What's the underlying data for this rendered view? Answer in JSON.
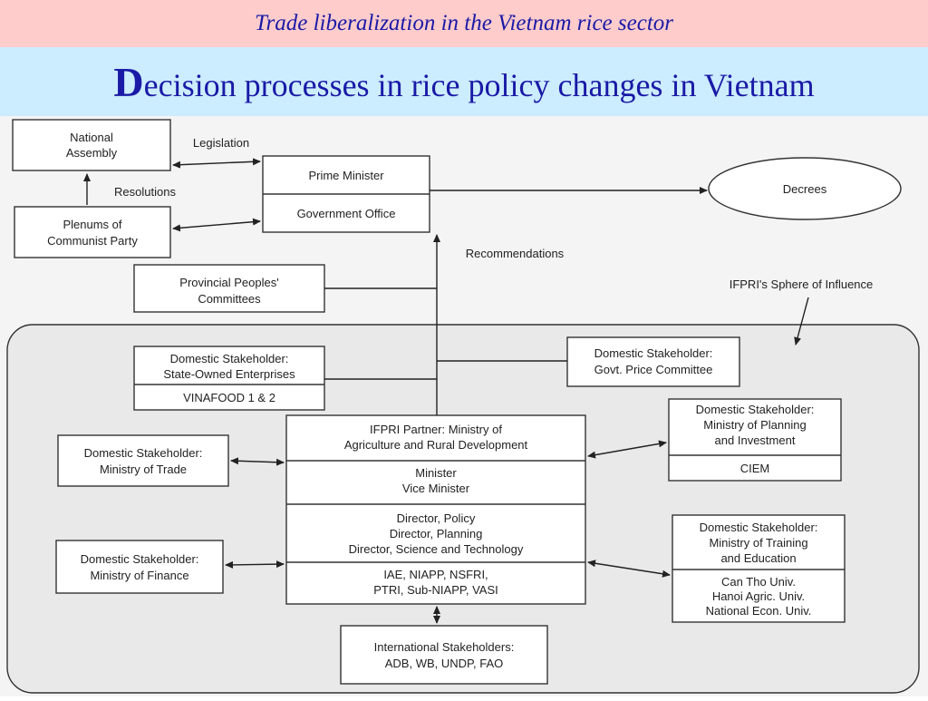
{
  "header": {
    "subtitle": "Trade liberalization in the Vietnam rice sector",
    "title_initial": "D",
    "title_rest": "ecision processes in rice policy changes in Vietnam"
  },
  "diagram": {
    "national_assembly": [
      "National",
      "Assembly"
    ],
    "legislation": "Legislation",
    "resolutions": "Resolutions",
    "plenums": [
      "Plenums of",
      "Communist Party"
    ],
    "prime_minister": "Prime Minister",
    "government_office": "Government Office",
    "decrees": "Decrees",
    "recommendations": "Recommendations",
    "provincial": [
      "Provincial Peoples'",
      "Committees"
    ],
    "ifpri_sphere": "IFPRI's Sphere of Influence",
    "soe": [
      "Domestic Stakeholder:",
      "State-Owned Enterprises",
      "VINAFOOD 1 & 2"
    ],
    "price_committee": [
      "Domestic Stakeholder:",
      "Govt. Price Committee"
    ],
    "mpi": [
      "Domestic Stakeholder:",
      "Ministry of Planning",
      "and Investment",
      "CIEM"
    ],
    "trade": [
      "Domestic Stakeholder:",
      "Ministry of Trade"
    ],
    "mard": [
      "IFPRI Partner: Ministry of",
      "Agriculture and Rural Development",
      "Minister",
      "Vice Minister",
      "Director, Policy",
      "Director, Planning",
      "Director, Science and Technology",
      "IAE, NIAPP, NSFRI,",
      "PTRI, Sub-NIAPP, VASI"
    ],
    "finance": [
      "Domestic Stakeholder:",
      "Ministry of Finance"
    ],
    "moet": [
      "Domestic Stakeholder:",
      "Ministry of Training",
      "and Education",
      "Can Tho Univ.",
      "Hanoi Agric. Univ.",
      "National Econ. Univ."
    ],
    "international": [
      "International Stakeholders:",
      "ADB, WB, UNDP, FAO"
    ]
  }
}
